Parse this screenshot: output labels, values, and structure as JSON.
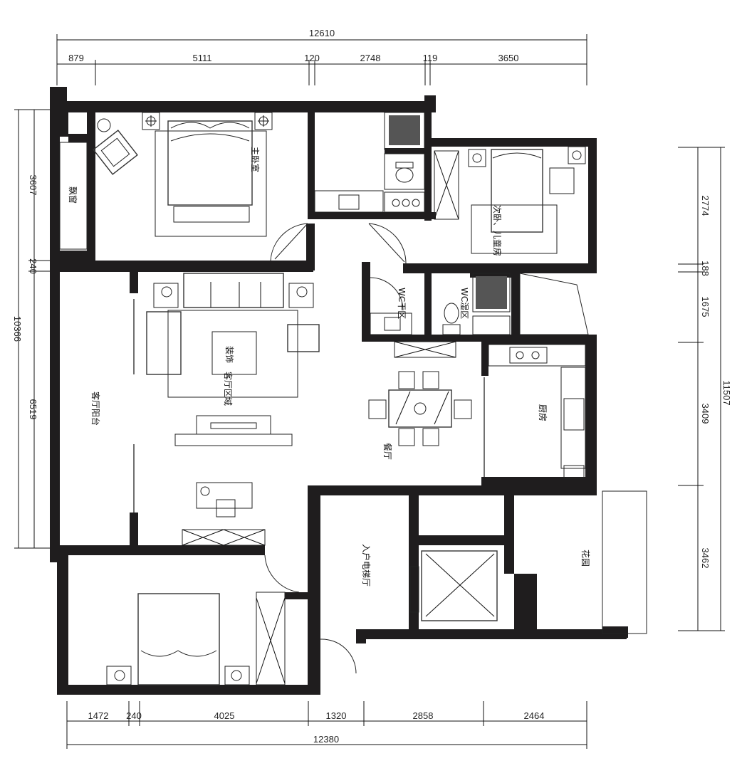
{
  "dimensions": {
    "top_total": "12610",
    "top": [
      "879",
      "5111",
      "120",
      "2748",
      "119",
      "3650"
    ],
    "bottom": [
      "1472",
      "240",
      "4025",
      "1320",
      "2858",
      "2464"
    ],
    "bottom_total": "12380",
    "left_total": "10366",
    "left": [
      "3607",
      "240",
      "6519"
    ],
    "right_total": "11507",
    "right": [
      "2774",
      "188",
      "1675",
      "3409",
      "3462"
    ]
  },
  "rooms": {
    "master_bedroom": "主卧室",
    "bay_window": "飘窗",
    "second_bedroom": "次卧、儿童房",
    "wc_dry": "WC干区",
    "wc_wet": "WC湿区",
    "living_balcony": "客厅阳台",
    "living_area": "客厅区域",
    "decoration": "装饰",
    "dining": "餐厅",
    "kitchen": "厨房",
    "elevator_hall": "入户电梯厅",
    "garden": "花园"
  }
}
